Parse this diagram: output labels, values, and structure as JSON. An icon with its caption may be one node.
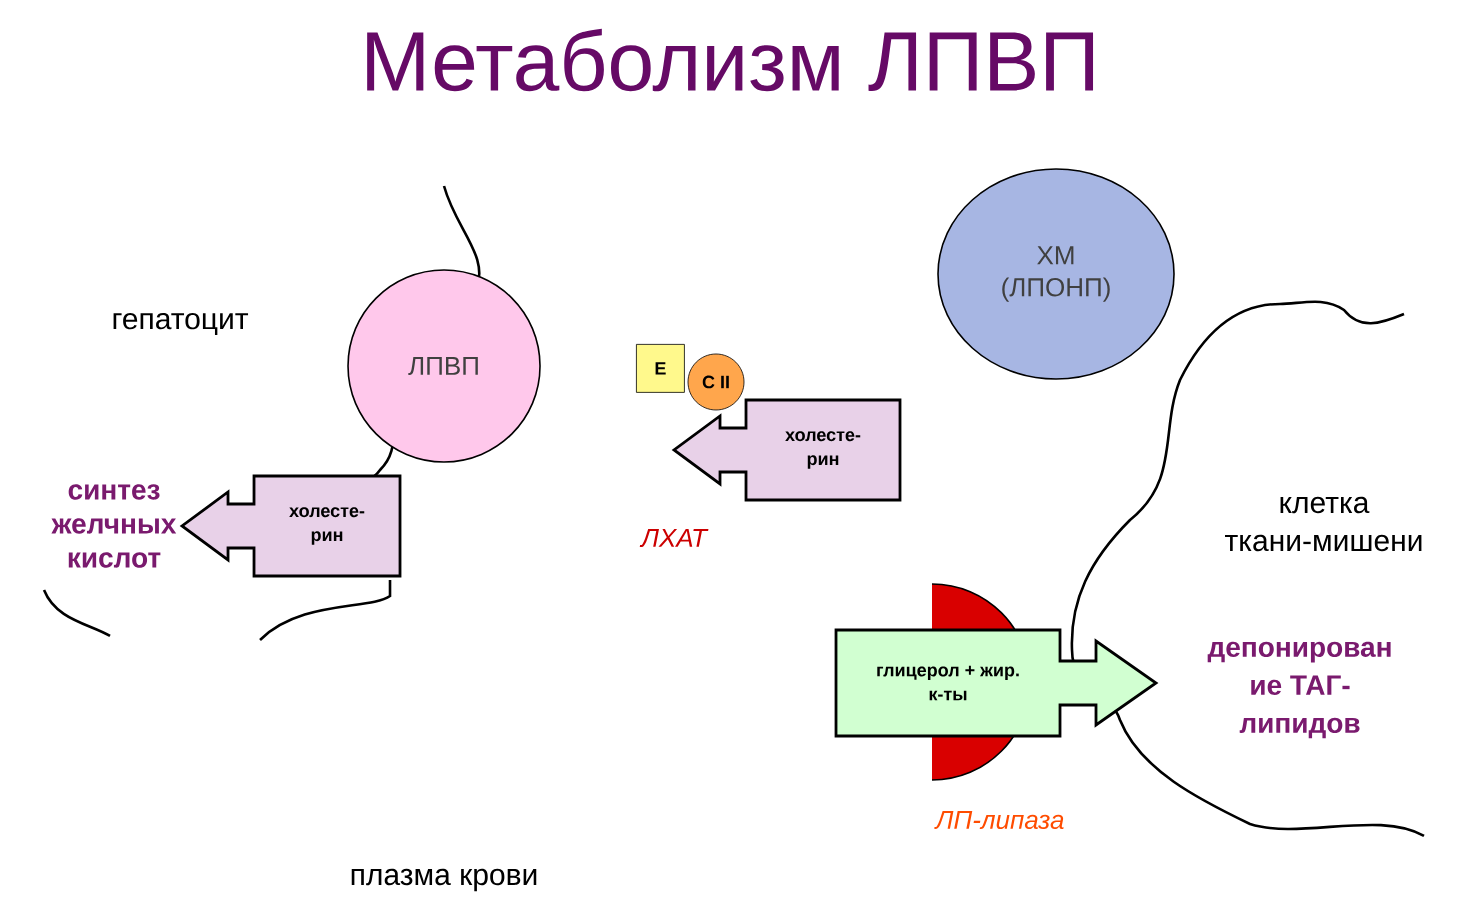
{
  "diagram": {
    "title": "Метаболизм ЛПВП",
    "nodes": [
      {
        "text": [
          "ЛПВП"
        ]
      },
      {
        "text": [
          "ХМ (ЛПОНП)"
        ]
      },
      {
        "text": [
          "E"
        ]
      },
      {
        "text": [
          "C II"
        ]
      },
      {
        "text": [
          "холесте- рин"
        ]
      },
      {
        "text": [
          "холесте- рин"
        ]
      },
      {
        "text": [
          "глицерол + жир. к-ты"
        ]
      }
    ],
    "labels": [
      "гепатоцит",
      "ЛХАТ",
      "синтез желчных кислот",
      "клетка ткани-мишени",
      "депонирован ие ТАГ- липидов",
      "ЛП-липаза",
      "плазма крови"
    ]
  }
}
